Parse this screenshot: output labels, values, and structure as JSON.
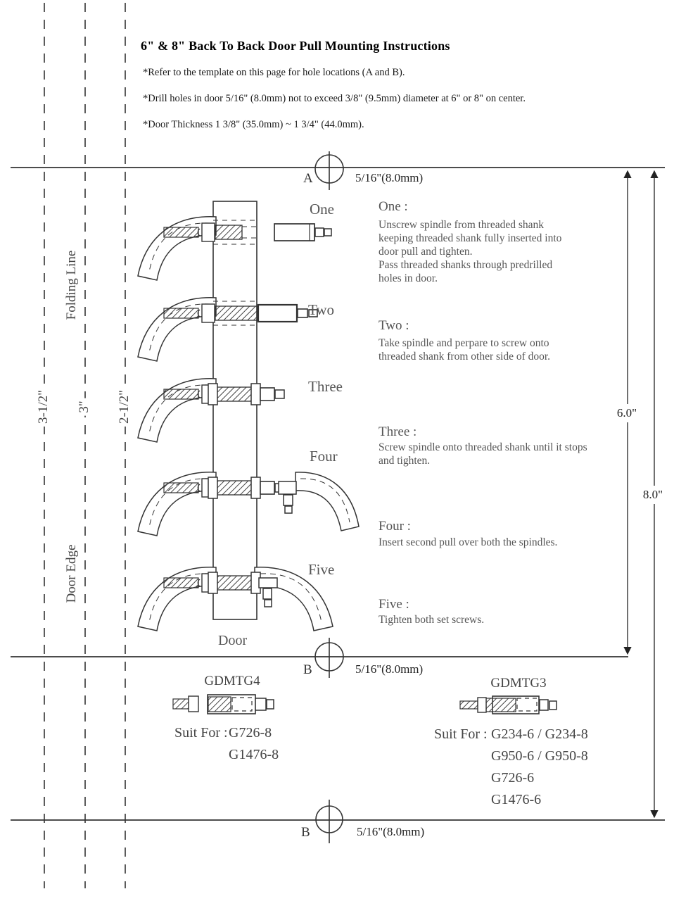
{
  "title": "6\" & 8\" Back To Back Door Pull Mounting Instructions",
  "notes": [
    "*Refer to the template on this page for hole locations (A and B).",
    "*Drill holes in door 5/16\" (8.0mm) not to exceed 3/8\" (9.5mm) diameter at 6\" or 8\" on center.",
    "*Door Thickness 1 3/8\" (35.0mm) ~ 1 3/4\" (44.0mm)."
  ],
  "hole_markers": {
    "a": {
      "label": "A",
      "size": "5/16\"(8.0mm)"
    },
    "b_top": {
      "label": "B",
      "size": "5/16\"(8.0mm)"
    },
    "b_bottom": {
      "label": "B",
      "size": "5/16\"(8.0mm)"
    }
  },
  "guide_labels": {
    "folding_line": "Folding Line",
    "door_edge": "Door Edge",
    "offset_3_5": "3-1/2\"",
    "offset_3": "3\"",
    "offset_2_5": "2-1/2\""
  },
  "dimensions": {
    "six_inch": "6.0\"",
    "eight_inch": "8.0\""
  },
  "door_label": "Door",
  "steps": [
    {
      "label": "One",
      "heading": "One :",
      "body": "Unscrew spindle from threaded shank\nkeeping threaded shank fully inserted into\ndoor pull and tighten.\nPass threaded shanks through predrilled\nholes in door."
    },
    {
      "label": "Two",
      "heading": "Two :",
      "body": "Take spindle and perpare to screw onto\nthreaded shank from other side of door."
    },
    {
      "label": "Three",
      "heading": "Three :",
      "body": "Screw spindle onto threaded shank until it stops\nand tighten."
    },
    {
      "label": "Four",
      "heading": "Four :",
      "body": "Insert second pull over both the spindles."
    },
    {
      "label": "Five",
      "heading": "Five :",
      "body": "Tighten both set screws."
    }
  ],
  "parts": [
    {
      "name": "GDMTG4",
      "suit_label": "Suit For :",
      "models": [
        "G726-8",
        "G1476-8"
      ]
    },
    {
      "name": "GDMTG3",
      "suit_label": "Suit For :",
      "models": [
        "G234-6 / G234-8",
        "G950-6 / G950-8",
        "G726-6",
        "G1476-6"
      ]
    }
  ]
}
